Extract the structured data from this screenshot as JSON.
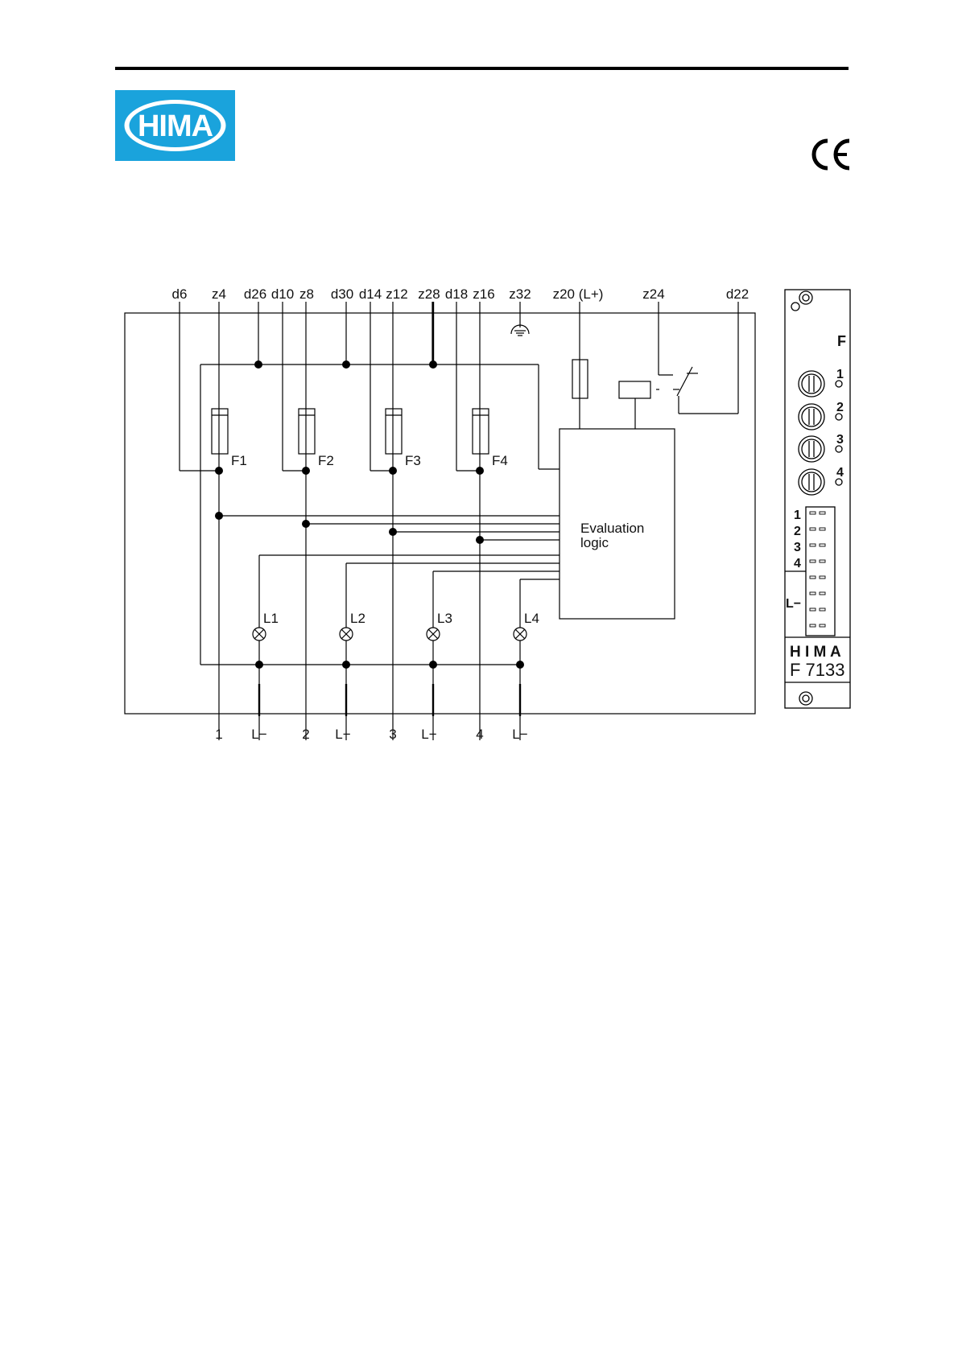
{
  "header": {
    "logo_text": "HIMA",
    "logo_color": "#1aa3dc",
    "ce_mark": "CE"
  },
  "diagram": {
    "top_terminals": [
      "d6",
      "z4",
      "d26",
      "d10",
      "z8",
      "d30",
      "d14",
      "z12",
      "z28",
      "d18",
      "z16",
      "z32",
      "z20 (L+)",
      "z24",
      "d22"
    ],
    "fuses": [
      "F1",
      "F2",
      "F3",
      "F4"
    ],
    "lamps": [
      "L1",
      "L2",
      "L3",
      "L4"
    ],
    "evaluation_logic": [
      "Evaluation",
      "logic"
    ],
    "bottom_terminals": [
      "1",
      "L−",
      "2",
      "L−",
      "3",
      "L−",
      "4",
      "L−"
    ]
  },
  "front_panel": {
    "header": "F",
    "fuse_numbers": [
      "1",
      "2",
      "3",
      "4"
    ],
    "led_numbers": [
      "1",
      "2",
      "3",
      "4"
    ],
    "l_minus": "L−",
    "brand": "H I M A",
    "model": "F 7133"
  }
}
